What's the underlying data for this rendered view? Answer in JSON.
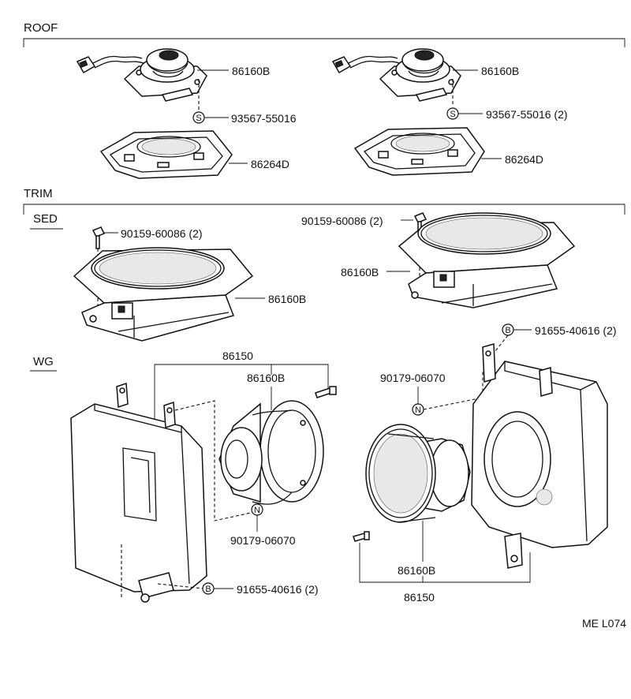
{
  "sections": {
    "roof": "ROOF",
    "trim": "TRIM",
    "sed": "SED",
    "wg": "WG"
  },
  "callouts": {
    "roof_left_speaker": "86160B",
    "roof_left_screw": "93567-55016",
    "roof_left_grille": "86264D",
    "roof_right_speaker": "86160B",
    "roof_right_screw": "93567-55016 (2)",
    "roof_right_grille": "86264D",
    "sed_left_bolt": "90159-60086 (2)",
    "sed_left_speaker": "86160B",
    "sed_right_bolt": "90159-60086 (2)",
    "sed_right_speaker": "86160B",
    "wg_left_assy": "86150",
    "wg_left_speaker": "86160B",
    "wg_left_nut": "90179-06070",
    "wg_left_bolt": "91655-40616 (2)",
    "wg_right_bolt": "91655-40616 (2)",
    "wg_right_nut": "90179-06070",
    "wg_right_speaker": "86160B",
    "wg_right_assy": "86150"
  },
  "symbols": {
    "screw": "S",
    "bolt": "B",
    "nut": "N"
  },
  "diagram_code": "ME L074"
}
